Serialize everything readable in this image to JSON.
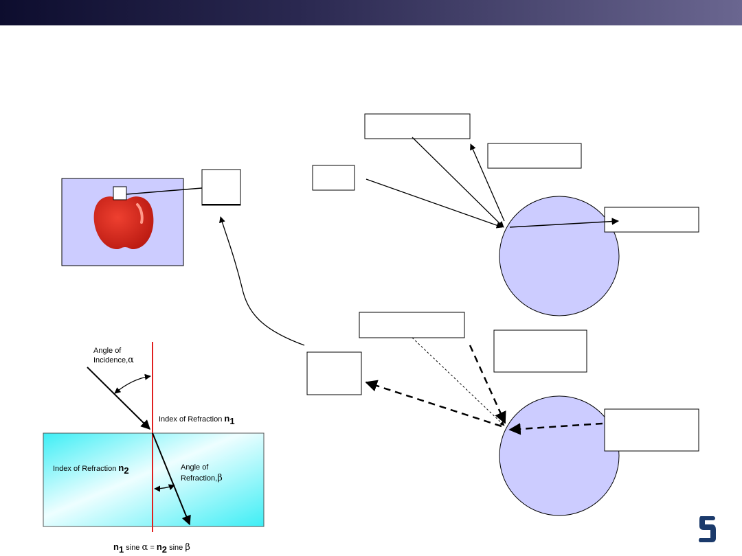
{
  "colors": {
    "bar_start": "#0d0d2e",
    "bar_end": "#6a6690",
    "eye_fill": "#ccccff",
    "photo_bg": "#ccccff",
    "apple_red": "#d92a1f",
    "medium_light": "#e8fdff",
    "medium_cyan": "#3eeef5",
    "normal_line": "#e02020"
  },
  "icons": {
    "apple": "apple-icon",
    "logo": "robot-arm-logo-icon"
  },
  "refraction": {
    "angle_incidence_line1": "Angle of",
    "angle_incidence_line2": "Incidence,",
    "alpha": "α",
    "index_n1_text": "Index of Refraction",
    "index_n1_symbol": "n",
    "index_n1_subscript": "1",
    "index_n2_text": "Index of Refraction",
    "index_n2_symbol": "n",
    "index_n2_subscript": "2",
    "angle_refraction_line1": "Angle of",
    "angle_refraction_line2": "Refraction,",
    "beta": "β",
    "formula_n1": "n",
    "formula_sub1": "1",
    "formula_sine1": "sine",
    "formula_eq": "=",
    "formula_n2": "n",
    "formula_sub2": "2",
    "formula_sine2": "sine"
  }
}
